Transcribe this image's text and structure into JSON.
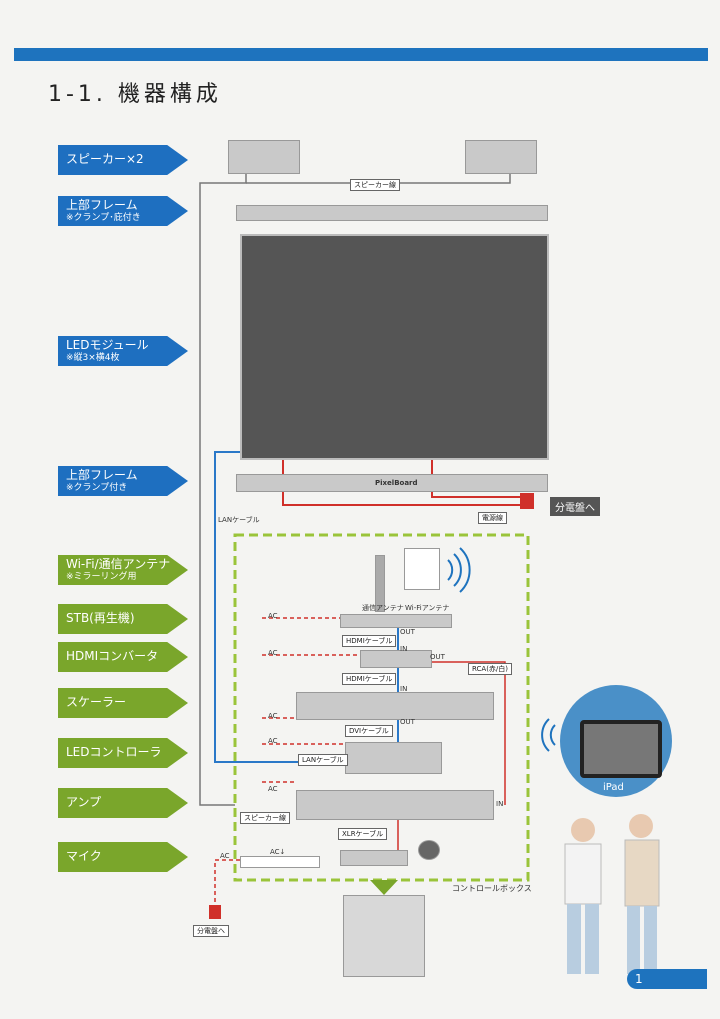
{
  "header": {
    "title": "1-1. 機器構成"
  },
  "labels": [
    {
      "main": "スピーカー×2",
      "sub": ""
    },
    {
      "main": "上部フレーム",
      "sub": "※クランプ･庇付き"
    },
    {
      "main": "LEDモジュール",
      "sub": "※縦3×横4枚"
    },
    {
      "main": "上部フレーム",
      "sub": "※クランプ付き"
    },
    {
      "main": "Wi-Fi/通信アンテナ",
      "sub": "※ミラーリング用"
    },
    {
      "main": "STB(再生機)",
      "sub": ""
    },
    {
      "main": "HDMIコンバータ",
      "sub": ""
    },
    {
      "main": "スケーラー",
      "sub": ""
    },
    {
      "main": "LEDコントローラ",
      "sub": ""
    },
    {
      "main": "アンプ",
      "sub": ""
    },
    {
      "main": "マイク",
      "sub": ""
    }
  ],
  "cables": {
    "speaker_top": "スピーカー線",
    "power": "電源線",
    "lan_main": "LANケーブル",
    "hdmi_1": "HDMIケーブル",
    "hdmi_2": "HDMIケーブル",
    "rca": "RCA(赤/白)",
    "dvi": "DVIケーブル",
    "lan_controller": "LANケーブル",
    "speaker_bottom": "スピーカー線",
    "xlr": "XLRケーブル"
  },
  "antennas": {
    "comm": "通信アンテナ",
    "wifi": "Wi-Fiアンテナ"
  },
  "ports": {
    "ac": "AC",
    "in": "IN",
    "out": "OUT",
    "ac_down": "AC↓"
  },
  "panel_dest": "分電盤へ",
  "panel_dest_small": "分電盤へ",
  "brand": "PixelBoard",
  "control_box": "コントロールボックス",
  "ipad": "iPad",
  "page_number": "1",
  "colors": {
    "blue": "#1e73be",
    "green": "#7aa62b",
    "power_red": "#d0302a",
    "dashed_green": "#9ac43a"
  }
}
